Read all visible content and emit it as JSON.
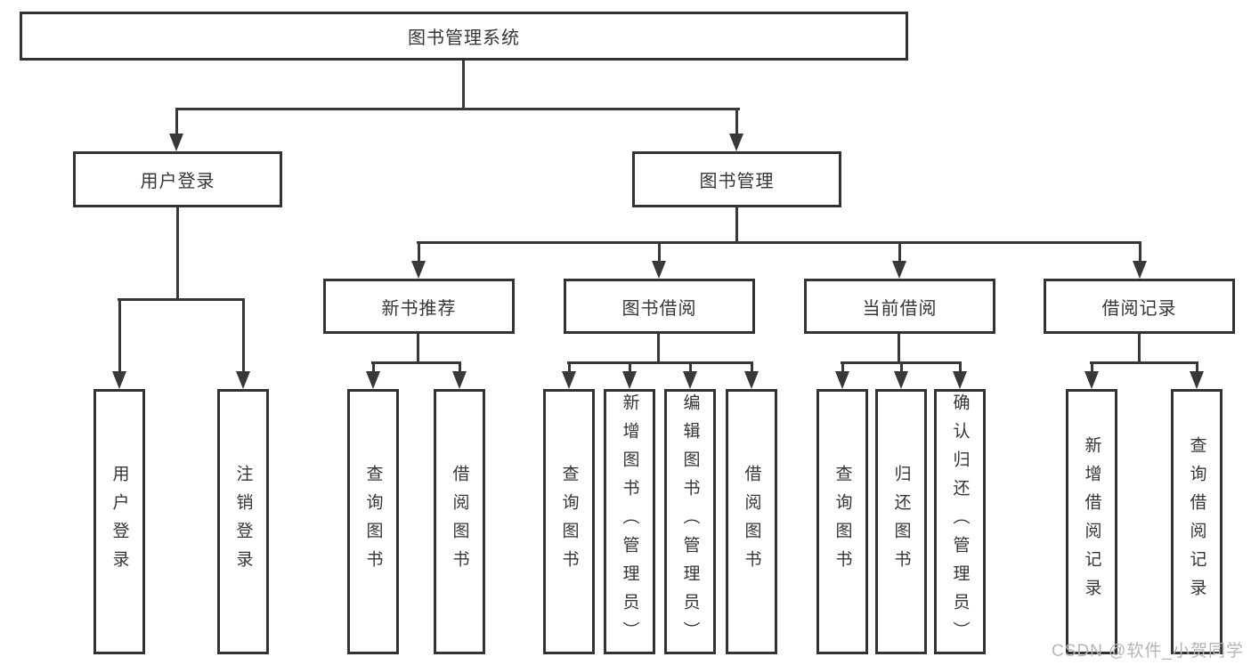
{
  "diagram": {
    "root": {
      "label": "图书管理系统"
    },
    "level2": [
      {
        "label": "用户登录"
      },
      {
        "label": "图书管理"
      }
    ],
    "level3": [
      {
        "label": "新书推荐"
      },
      {
        "label": "图书借阅"
      },
      {
        "label": "当前借阅"
      },
      {
        "label": "借阅记录"
      }
    ],
    "leafGroups": [
      {
        "parent": "用户登录",
        "items": [
          {
            "label": "用户登录"
          },
          {
            "label": "注销登录"
          }
        ]
      },
      {
        "parent": "新书推荐",
        "items": [
          {
            "label": "查询图书"
          },
          {
            "label": "借阅图书"
          }
        ]
      },
      {
        "parent": "图书借阅",
        "items": [
          {
            "label": "查询图书"
          },
          {
            "label": "新增图书（管理员）"
          },
          {
            "label": "编辑图书（管理员）"
          },
          {
            "label": "借阅图书"
          }
        ]
      },
      {
        "parent": "当前借阅",
        "items": [
          {
            "label": "查询图书"
          },
          {
            "label": "归还图书"
          },
          {
            "label": "确认归还（管理员）"
          }
        ]
      },
      {
        "parent": "借阅记录",
        "items": [
          {
            "label": "新增借阅记录"
          },
          {
            "label": "查询借阅记录"
          }
        ]
      }
    ],
    "watermark": {
      "text": "CSDN @软件_小贺同学"
    },
    "colors": {
      "line": "#383838",
      "border": "#333333",
      "text": "#363636",
      "background": "#ffffff",
      "watermark": "#b5b5b5"
    }
  }
}
